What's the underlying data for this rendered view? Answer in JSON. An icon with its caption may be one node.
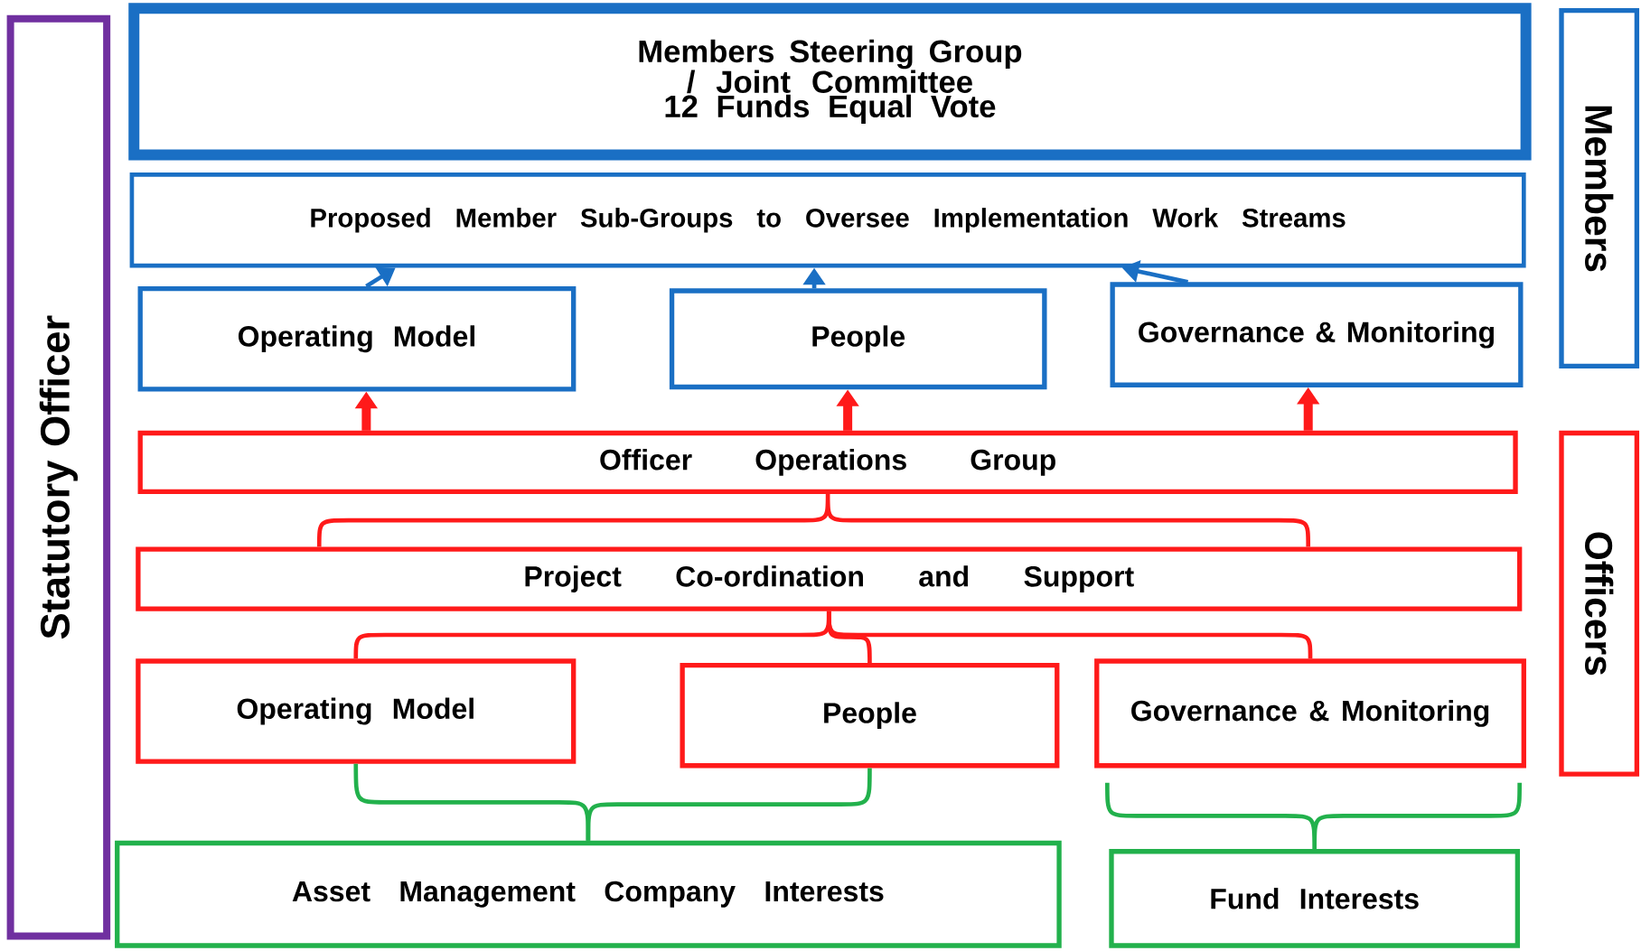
{
  "diagram": {
    "nodes": [
      {
        "text": [
          "Statutory Officer"
        ]
      },
      {
        "text": [
          "Members Steering Group / Joint Committee 12 Funds Equal Vote"
        ]
      },
      {
        "text": [
          "Members"
        ]
      },
      {
        "text": [
          "Proposed Member Sub-Groups to Oversee Implementation Work Streams"
        ]
      },
      {
        "text": [
          "Operating Model"
        ]
      },
      {
        "text": [
          "People"
        ]
      },
      {
        "text": [
          "Governance & Monitoring"
        ]
      },
      {
        "text": [
          "Officer Operations Group"
        ]
      },
      {
        "text": [
          "Officers"
        ]
      },
      {
        "text": [
          "Project Co-ordination and Support"
        ]
      },
      {
        "text": [
          "Operating Model"
        ]
      },
      {
        "text": [
          "People"
        ]
      },
      {
        "text": [
          "Governance & Monitoring"
        ]
      },
      {
        "text": [
          "Asset Management Company Interests"
        ]
      },
      {
        "text": [
          "Fund Interests"
        ]
      }
    ],
    "edges": [
      {
        "from": 4,
        "to": 3,
        "arrow": "to",
        "color": "#1a6fc4"
      },
      {
        "from": 5,
        "to": 3,
        "arrow": "to",
        "color": "#1a6fc4"
      },
      {
        "from": 6,
        "to": 3,
        "arrow": "to",
        "color": "#1a6fc4"
      },
      {
        "from": 7,
        "to": 4,
        "arrow": "to",
        "style": "thick",
        "color": "#ff1a1a"
      },
      {
        "from": 7,
        "to": 5,
        "arrow": "to",
        "style": "thick",
        "color": "#ff1a1a"
      },
      {
        "from": 7,
        "to": 6,
        "arrow": "to",
        "style": "thick",
        "color": "#ff1a1a"
      },
      {
        "from": 9,
        "to": 7,
        "arrow": "none",
        "color": "#ff1a1a"
      },
      {
        "from": 10,
        "to": 9,
        "arrow": "none",
        "color": "#ff1a1a"
      },
      {
        "from": 11,
        "to": 9,
        "arrow": "none",
        "color": "#ff1a1a"
      },
      {
        "from": 12,
        "to": 9,
        "arrow": "none",
        "color": "#ff1a1a"
      },
      {
        "from": 10,
        "to": 13,
        "arrow": "none",
        "color": "#22b14c"
      },
      {
        "from": 11,
        "to": 13,
        "arrow": "none",
        "color": "#22b14c"
      },
      {
        "from": 12,
        "to": 14,
        "arrow": "none",
        "color": "#22b14c"
      }
    ]
  }
}
